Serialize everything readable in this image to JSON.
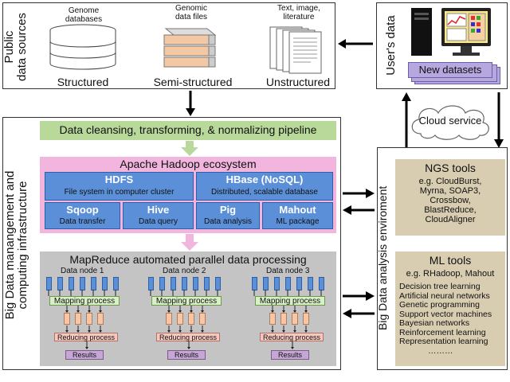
{
  "public": {
    "title": "Public\ndata sources",
    "genome_label": "Genome\ndatabases",
    "genomic_files_label": "Genomic\ndata files",
    "text_label": "Text, image,\nliterature",
    "structured": "Structured",
    "semi_structured": "Semi-structured",
    "unstructured": "Unstructured"
  },
  "user": {
    "title": "User's data",
    "new_datasets": "New datasets"
  },
  "cloud": {
    "label": "Cloud service"
  },
  "bigdata": {
    "title": "Big Data manangement and\ncomputing infrastructure",
    "pipeline": "Data cleansing, transforming, & normalizing pipeline",
    "hadoop": {
      "title": "Apache Hadoop ecosystem",
      "hdfs": {
        "name": "HDFS",
        "desc": "File system in computer cluster"
      },
      "hbase": {
        "name": "HBase (NoSQL)",
        "desc": "Distributed, scalable database"
      },
      "sqoop": {
        "name": "Sqoop",
        "desc": "Data transfer"
      },
      "hive": {
        "name": "Hive",
        "desc": "Data query"
      },
      "pig": {
        "name": "Pig",
        "desc": "Data analysis"
      },
      "mahout": {
        "name": "Mahout",
        "desc": "ML package"
      }
    },
    "mapreduce": {
      "title": "MapReduce automated parallel data processing",
      "nodes": [
        "Data node 1",
        "Data node 2",
        "Data node 3"
      ],
      "mapping": "Mapping process",
      "reducing": "Reducing process",
      "results": "Results"
    }
  },
  "analysis": {
    "title": "Big Data analysis enviroment",
    "ngs": {
      "title": "NGS tools",
      "items": [
        "e.g. CloudBurst,",
        "Myrna, SOAP3,",
        "Crossbow,",
        "BlastReduce,",
        "CloudAligner"
      ]
    },
    "ml": {
      "title": "ML tools",
      "example": "e.g. RHadoop, Mahout",
      "items": [
        "Decision tree learning",
        "Artificial neural networks",
        "Genetic programming",
        "Support vector machines",
        "Bayesian networks",
        "Reinforcement learning",
        "Representation learning",
        "………"
      ]
    }
  },
  "colors": {
    "pipeline_bg": "#b8d99a",
    "hadoop_bg": "#f2b6de",
    "mapreduce_bg": "#c4c4c4",
    "blue_box": "#5b90d8",
    "tan_box": "#d8cdb1"
  }
}
